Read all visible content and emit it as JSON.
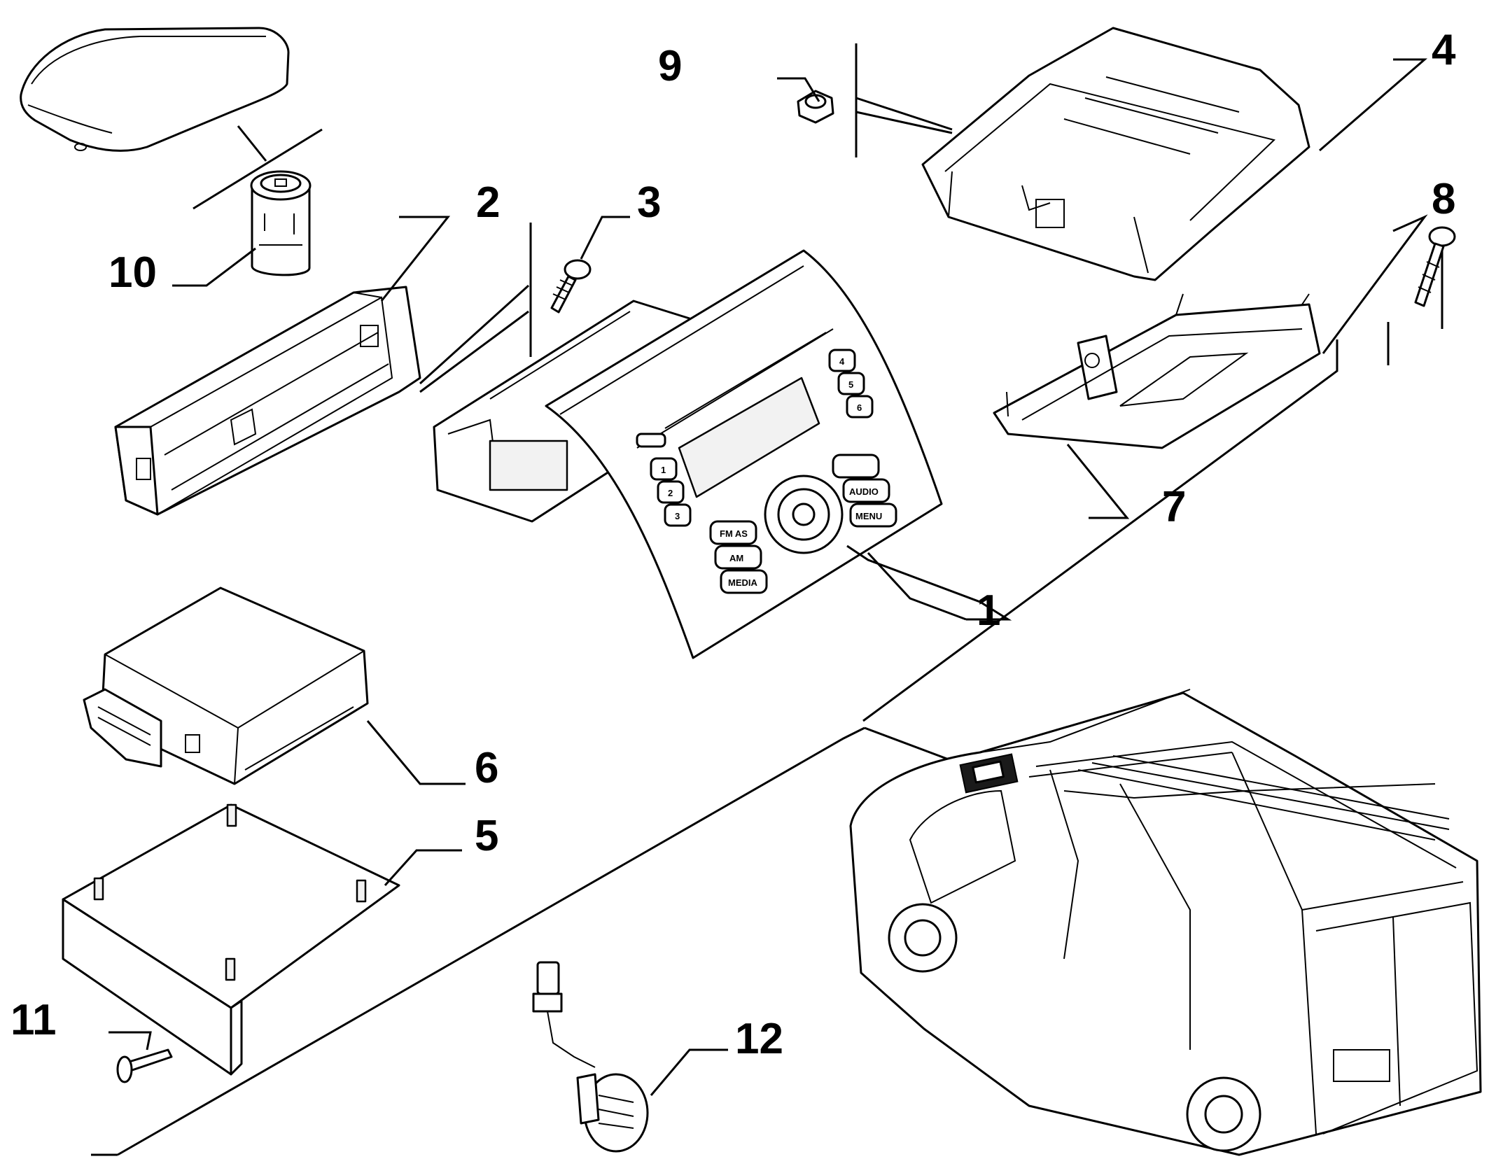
{
  "diagram": {
    "callouts": [
      "1",
      "2",
      "3",
      "4",
      "5",
      "6",
      "7",
      "8",
      "9",
      "10",
      "11",
      "12"
    ],
    "radio_buttons": {
      "presets": [
        "1",
        "2",
        "3",
        "4",
        "5",
        "6"
      ],
      "fm": "FM AS",
      "am": "AM",
      "media": "MEDIA",
      "audio": "AUDIO",
      "menu": "MENU"
    }
  }
}
